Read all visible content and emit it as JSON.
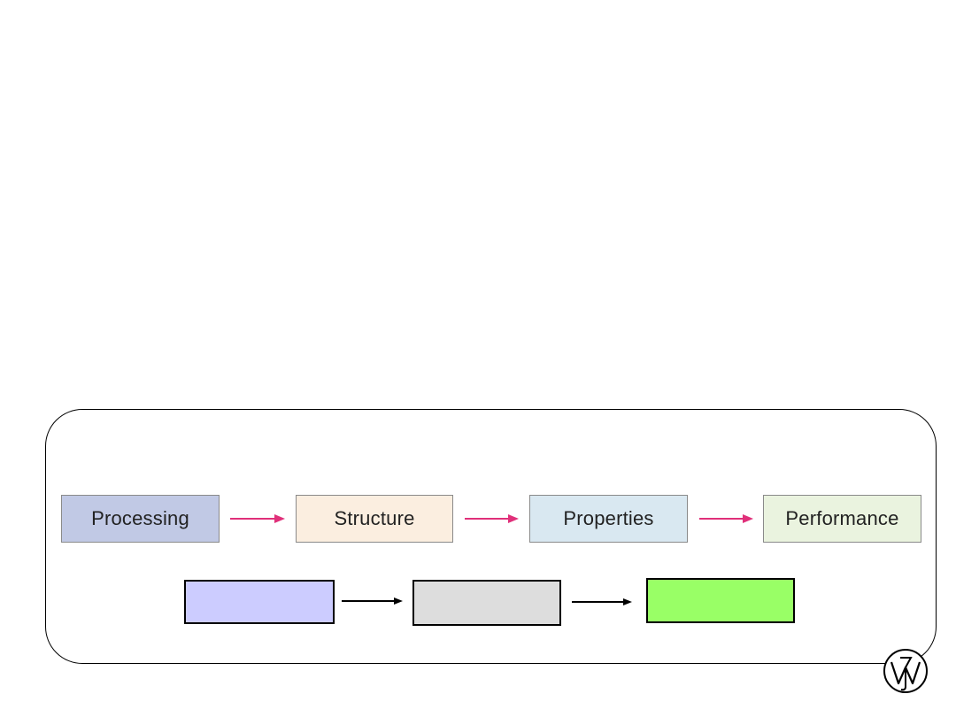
{
  "diagram": {
    "top_row": [
      {
        "label": "Processing",
        "fill": "#c1c9e5"
      },
      {
        "label": "Structure",
        "fill": "#fbeee0"
      },
      {
        "label": "Properties",
        "fill": "#d9e8f1"
      },
      {
        "label": "Performance",
        "fill": "#eaf3df"
      }
    ],
    "bottom_row": [
      {
        "label": "",
        "fill": "#ccccff"
      },
      {
        "label": "",
        "fill": "#dddddd"
      },
      {
        "label": "",
        "fill": "#99ff66"
      }
    ],
    "colors": {
      "top_arrow": "#e0307a",
      "bottom_arrow": "#000000",
      "frame_border": "#000000"
    }
  },
  "logo": {
    "icon": "wiley-logo-icon"
  }
}
